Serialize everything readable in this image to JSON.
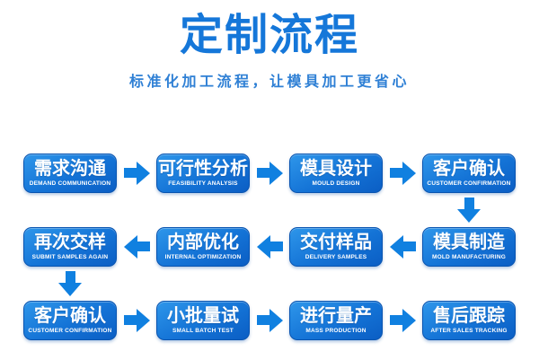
{
  "header": {
    "title": "定制流程",
    "subtitle": "标准化加工流程，让模具加工更省心"
  },
  "colors": {
    "title_blue": "#1577d9",
    "subtitle_blue": "#2f80d5",
    "arrow_blue": "#1080e0",
    "box_top": "#2e96ea",
    "box_mid": "#1473d6",
    "box_bottom": "#0b5ec4",
    "box_border": "#0954b0",
    "box_text": "#ffffff",
    "background": "#ffffff"
  },
  "flow": {
    "steps": [
      {
        "id": "demand-communication",
        "title": "需求沟通",
        "caption": "DEMAND COMMUNICATION"
      },
      {
        "id": "feasibility-analysis",
        "title": "可行性分析",
        "caption": "FEASIBILITY ANALYSIS"
      },
      {
        "id": "mould-design",
        "title": "模具设计",
        "caption": "MOULD DESIGN"
      },
      {
        "id": "customer-confirmation-1",
        "title": "客户确认",
        "caption": "CUSTOMER CONFIRMATION"
      },
      {
        "id": "mold-manufacturing",
        "title": "模具制造",
        "caption": "MOLD MANUFACTURING"
      },
      {
        "id": "delivery-samples",
        "title": "交付样品",
        "caption": "DELIVERY SAMPLES"
      },
      {
        "id": "internal-optimization",
        "title": "内部优化",
        "caption": "INTERNAL OPTIMIZATION"
      },
      {
        "id": "submit-samples-again",
        "title": "再次交样",
        "caption": "SUBMIT SAMPLES AGAIN"
      },
      {
        "id": "customer-confirmation-2",
        "title": "客户确认",
        "caption": "CUSTOMER CONFIRMATION"
      },
      {
        "id": "small-batch-test",
        "title": "小批量试",
        "caption": "SMALL BATCH TEST"
      },
      {
        "id": "mass-production",
        "title": "进行量产",
        "caption": "MASS PRODUCTION"
      },
      {
        "id": "after-sales-tracking",
        "title": "售后跟踪",
        "caption": "AFTER SALES TRACKING"
      }
    ]
  }
}
